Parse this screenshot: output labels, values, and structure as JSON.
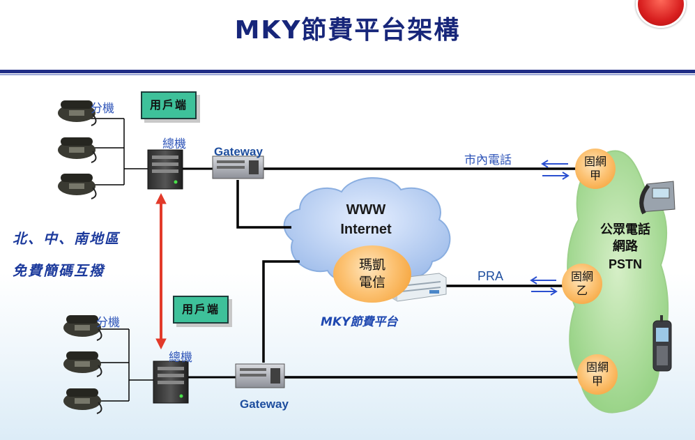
{
  "title": "MKY節費平台架構",
  "top_site": {
    "extension_label": "分機",
    "client_label": "用戶端",
    "pbx_label": "總機",
    "gateway_label": "Gateway",
    "local_call_label": "市內電話"
  },
  "bottom_site": {
    "extension_label": "分機",
    "client_label": "用戶端",
    "pbx_label": "總機",
    "gateway_label": "Gateway"
  },
  "region_text": {
    "line1": "北、中、南地區",
    "line2": "免費簡碼互撥"
  },
  "internet_cloud": {
    "line1": "WWW",
    "line2": "Internet"
  },
  "provider": {
    "line1": "瑪凱",
    "line2": "電信"
  },
  "platform_label": "MKY節費平台",
  "pra_label": "PRA",
  "pstn": {
    "line1": "公眾電話",
    "line2": "網路",
    "line3": "PSTN"
  },
  "fixed_network_nodes": [
    {
      "line1": "固網",
      "line2": "甲"
    },
    {
      "line1": "固網",
      "line2": "乙"
    },
    {
      "line1": "固網",
      "line2": "甲"
    }
  ],
  "colors": {
    "title": "#17267a",
    "header_rule": "#1f2d86",
    "client_box": "#3ec19a",
    "connector_line": "#000000",
    "pstn_cloud": "#a8d99a",
    "fixed_node": "#f7a84a",
    "internet_cloud": "#a9c6ee",
    "double_arrow": "#e23a2a",
    "direction_arrows": "#2a4fd0"
  }
}
